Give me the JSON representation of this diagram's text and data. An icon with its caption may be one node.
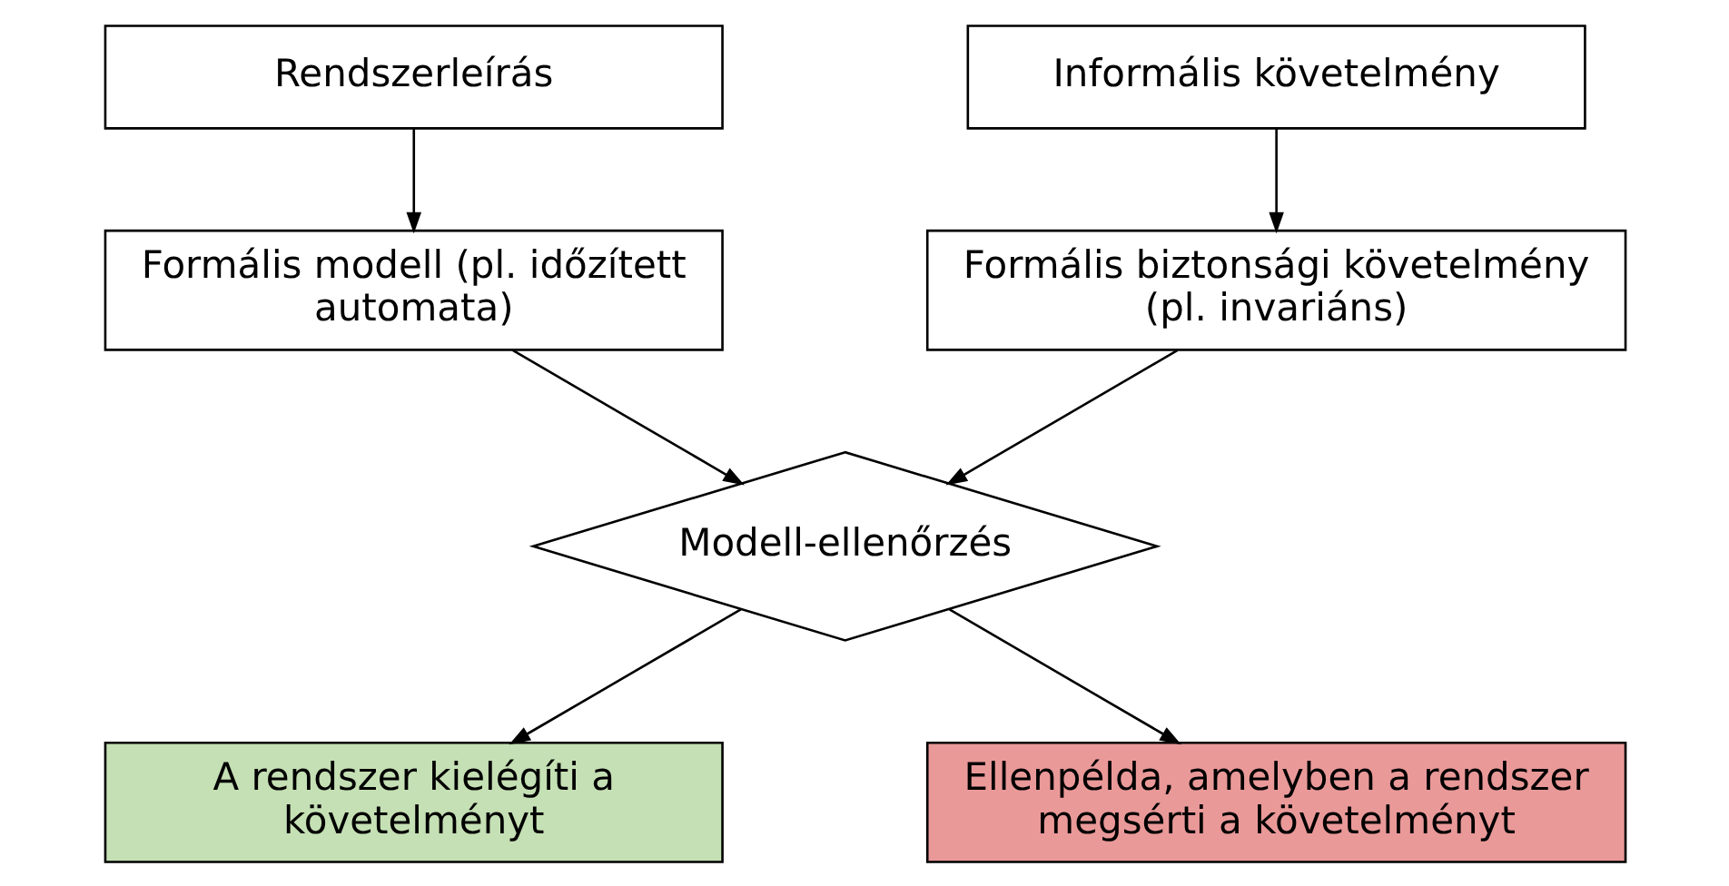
{
  "diagram": {
    "nodes": [
      {
        "text": [
          "Rendszerleírás"
        ]
      },
      {
        "text": [
          "Informális követelmény"
        ]
      },
      {
        "text": [
          "Formális modell (pl. időzített automata)"
        ]
      },
      {
        "text": [
          "Formális biztonsági követelmény (pl. invariáns)"
        ]
      },
      {
        "text": [
          "Modell-ellenőrzés"
        ]
      },
      {
        "text": [
          "A rendszer kielégíti a követelményt"
        ]
      },
      {
        "text": [
          "Ellenpélda, amelyben a rendszer megsérti a követelményt"
        ]
      }
    ],
    "edges": [
      {
        "from": 0,
        "to": 2,
        "arrow": "to"
      },
      {
        "from": 1,
        "to": 3,
        "arrow": "to"
      },
      {
        "from": 2,
        "to": 4,
        "arrow": "to"
      },
      {
        "from": 3,
        "to": 4,
        "arrow": "to"
      },
      {
        "from": 4,
        "to": 5,
        "arrow": "to"
      },
      {
        "from": 4,
        "to": 6,
        "arrow": "to"
      }
    ]
  }
}
